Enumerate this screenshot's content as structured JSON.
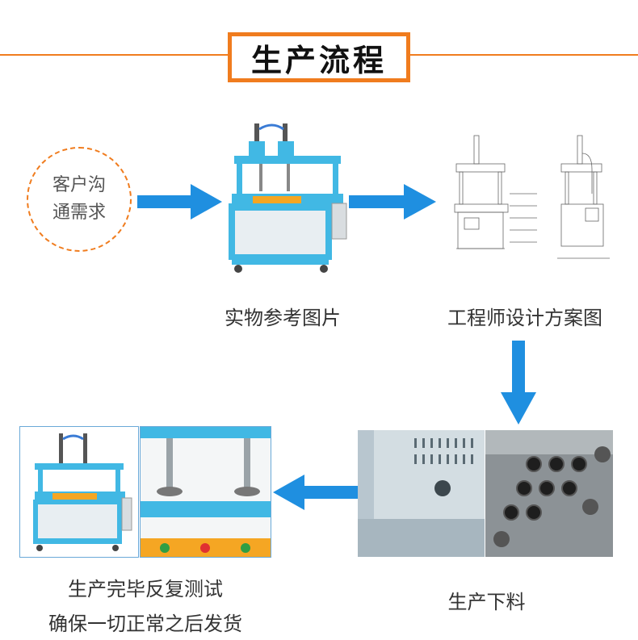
{
  "header": {
    "title": "生产流程"
  },
  "steps": {
    "customer": {
      "line1": "客户沟",
      "line2": "通需求"
    },
    "reference": {
      "caption": "实物参考图片"
    },
    "design": {
      "caption": "工程师设计方案图"
    },
    "material": {
      "caption": "生产下料"
    },
    "testing": {
      "line1": "生产完毕反复测试",
      "line2": "确保一切正常之后发货"
    }
  },
  "colors": {
    "accent": "#f07c1e",
    "arrow": "#1f8fe0",
    "machine_blue": "#41b8e4",
    "panel_orange": "#f5a623"
  }
}
